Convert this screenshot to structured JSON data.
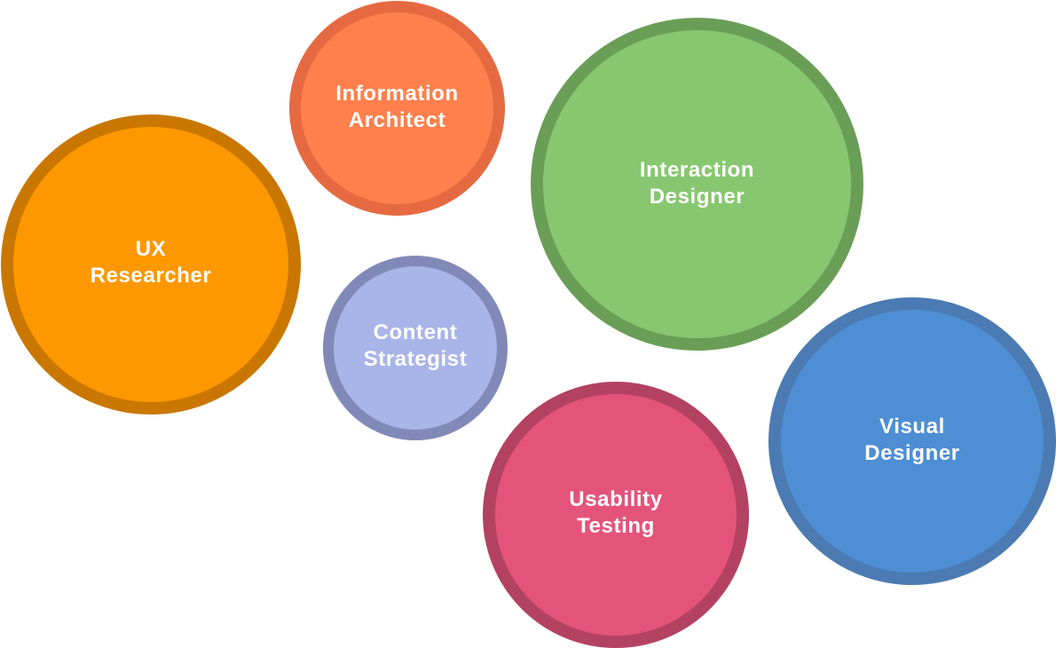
{
  "bubbles": [
    {
      "label": "UX\nResearcher",
      "fill": "#FE9800",
      "border": "#C97700"
    },
    {
      "label": "Information\nArchitect",
      "fill": "#FF804C",
      "border": "#E56A41"
    },
    {
      "label": "Interaction\nDesigner",
      "fill": "#87C770",
      "border": "#6A9E56"
    },
    {
      "label": "Content\nStrategist",
      "fill": "#A9B4E8",
      "border": "#8189B8"
    },
    {
      "label": "Usability\nTesting",
      "fill": "#E4547A",
      "border": "#B34262"
    },
    {
      "label": "Visual\nDesigner",
      "fill": "#4E8ED4",
      "border": "#4B7BB2"
    }
  ]
}
